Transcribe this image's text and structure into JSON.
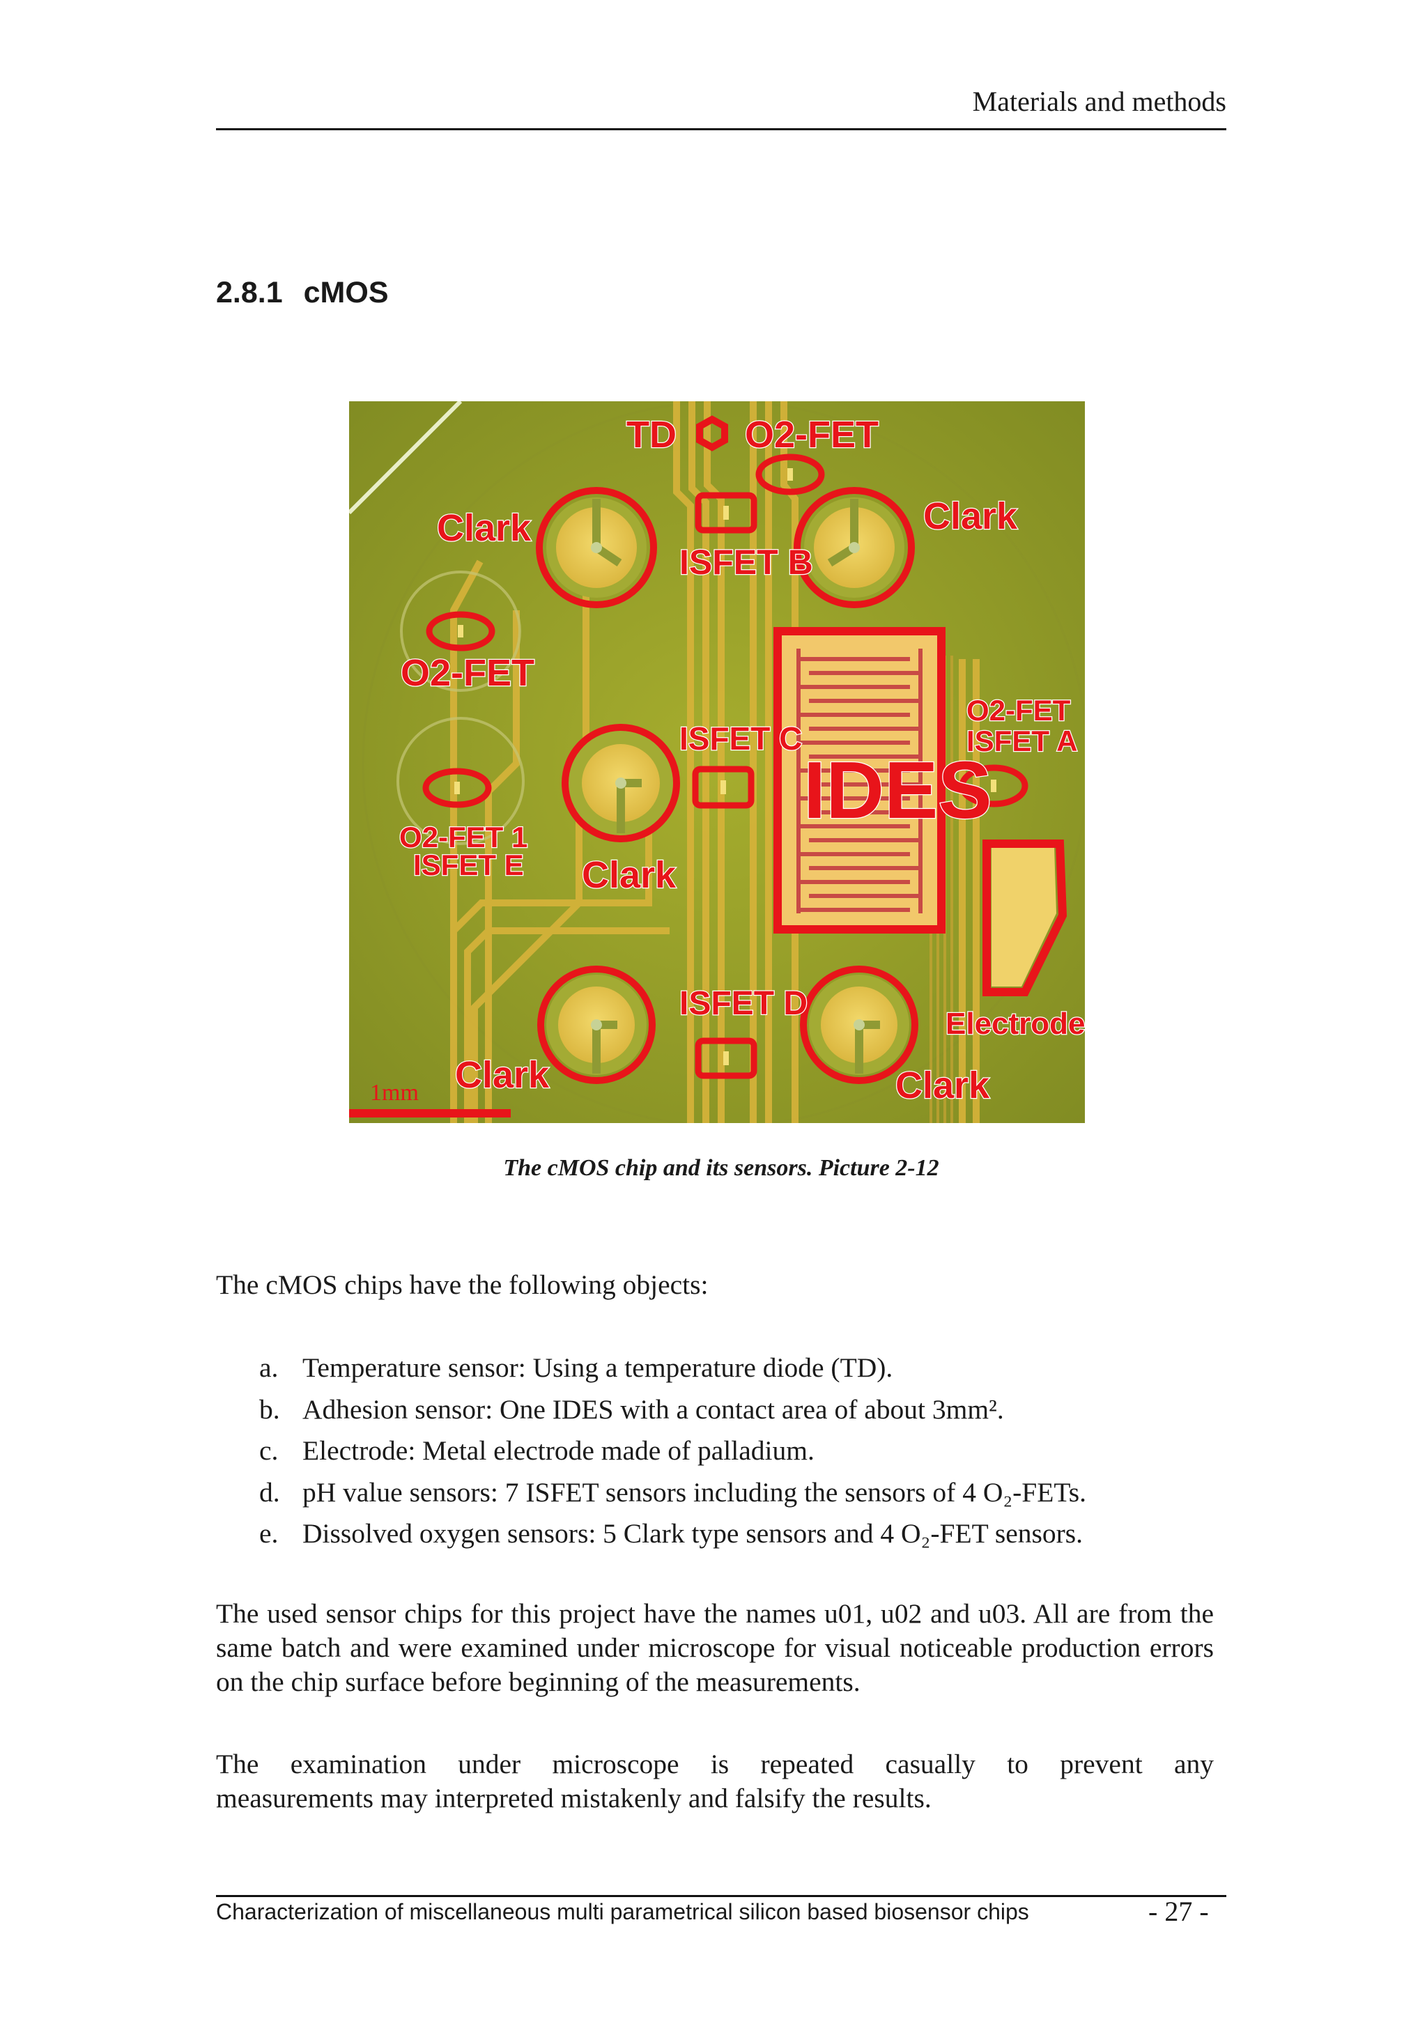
{
  "header": {
    "running_title": "Materials and methods"
  },
  "section": {
    "number": "2.8.1",
    "title": "cMOS"
  },
  "figure": {
    "caption": "The cMOS chip and its sensors. Picture 2-12",
    "labels": {
      "td": "TD",
      "o2fet_top": "O2-FET",
      "clark_top_left": "Clark",
      "clark_top_right": "Clark",
      "isfet_b": "ISFET B",
      "o2fet_left": "O2-FET",
      "isfet_c": "ISFET C",
      "ides": "IDES",
      "o2fet_right": "O2-FET",
      "isfet_a": "ISFET A",
      "o2fet1": "O2-FET 1",
      "isfet_e": "ISFET E",
      "clark_mid": "Clark",
      "isfet_d": "ISFET D",
      "electrode": "Electrode",
      "clark_bottom_left": "Clark",
      "clark_bottom_right": "Clark",
      "scale_bar": "1mm"
    },
    "colors": {
      "chip_background": "#9aa229",
      "marker_red": "#e8141a",
      "trace_gold": "#d7b33a"
    }
  },
  "body": {
    "intro": "The cMOS chips have the following objects:",
    "list": [
      {
        "marker": "a.",
        "text": "Temperature sensor: Using a temperature diode (TD)."
      },
      {
        "marker": "b.",
        "text": "Adhesion sensor: One IDES with a contact area of about 3mm²."
      },
      {
        "marker": "c.",
        "text": "Electrode: Metal electrode made of palladium."
      },
      {
        "marker": "d.",
        "text": "pH value sensors: 7 ISFET sensors including the sensors of 4 O₂-FETs."
      },
      {
        "marker": "e.",
        "text": "Dissolved oxygen sensors: 5 Clark type sensors and 4 O₂-FET sensors."
      }
    ],
    "paragraph1": "The used sensor chips for this project have the names u01, u02 and u03. All are from the same batch and were examined under microscope for visual noticeable production errors on the chip surface before beginning of the measurements.",
    "paragraph2_line1": "The examination under microscope is repeated casually to prevent any",
    "paragraph2_line2": "measurements may interpreted mistakenly and falsify the results."
  },
  "footer": {
    "title": "Characterization of miscellaneous multi parametrical silicon based biosensor chips",
    "page_number": "- 27 -"
  }
}
